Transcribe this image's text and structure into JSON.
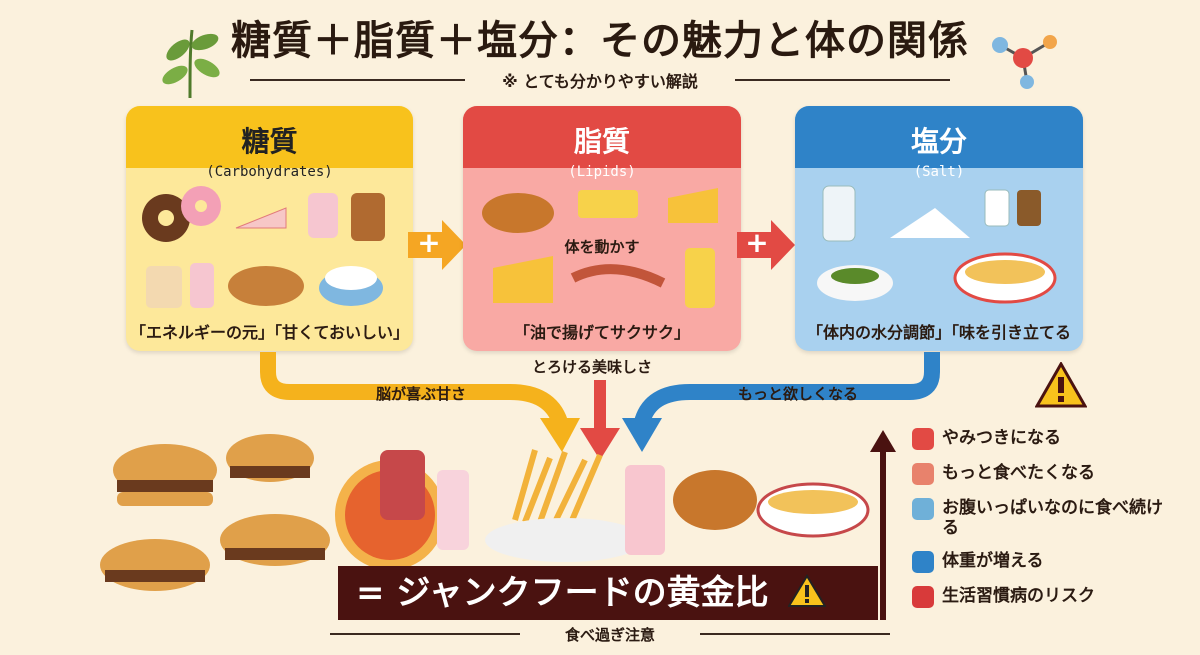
{
  "header": {
    "title": "糖質＋脂質＋塩分：その魅力と体の関係",
    "subtitle": "※ とても分かりやすい解説"
  },
  "cards": [
    {
      "title": "糖質",
      "subtitle": "(Carbohydrates)",
      "caption": "「エネルギーの元」「甘くておいしい」",
      "color": "#f8c21c"
    },
    {
      "title": "脂質",
      "subtitle": "(Lipids)",
      "caption": "「油で揚げてサクサク」",
      "inner_label": "体を動かす",
      "color": "#e24a44"
    },
    {
      "title": "塩分",
      "subtitle": "(Salt)",
      "caption": "「体内の水分調節」「味を引き立てる",
      "color": "#2f83c8"
    }
  ],
  "connectors": {
    "plus1": "+",
    "plus2": "+"
  },
  "flows": {
    "sugar": "脳が喜ぶ甘さ",
    "fat": "とろける美味しさ",
    "salt": "もっと欲しくなる"
  },
  "result": {
    "banner": "= ジャンクフードの黄金比",
    "warning_icon": "warning-triangle-icon",
    "caution": "食べ過ぎ注意"
  },
  "consequences": [
    {
      "text": "やみつきになる",
      "icon": "brain-icon",
      "color": "#e24a44"
    },
    {
      "text": "もっと食べたくなる",
      "icon": "bacon-icon",
      "color": "#e8826c"
    },
    {
      "text": "お腹いっぱいなのに食べ続ける",
      "icon": "stomach-icon",
      "color": "#6fb0d8"
    },
    {
      "text": "体重が増える",
      "icon": "scale-icon",
      "color": "#2f83c8"
    },
    {
      "text": "生活習慣病のリスク",
      "icon": "heart-pulse-icon",
      "color": "#d83a3a"
    }
  ]
}
